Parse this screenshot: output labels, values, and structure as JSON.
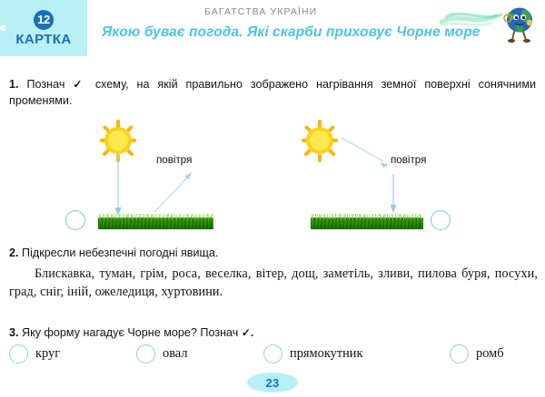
{
  "header": {
    "card_number": "12",
    "card_word": "КАРТКА",
    "kicker": "БАГАТСТВА УКРАЇНИ",
    "title": "Якою буває погода. Які скарби приховує Чорне море",
    "globe_icon": "globe-mascot-icon",
    "swoosh_icon": "green-swoosh-icon",
    "colors": {
      "badge_bg": "#b8f0f5",
      "badge_text": "#1b6fb5",
      "title": "#4cc3e8",
      "kicker": "#7d8b96"
    }
  },
  "task1": {
    "number": "1.",
    "text_before": "Познач",
    "tick": "✓",
    "text_after": "схему, на якій правильно зображено нагрівання земної поверхні сонячними променями.",
    "diagrams": [
      {
        "id": "left",
        "sun_icon": "sun-icon",
        "air_label": "повітря",
        "option_circle": "answer-circle-left"
      },
      {
        "id": "right",
        "sun_icon": "sun-icon",
        "air_label": "повітря",
        "option_circle": "answer-circle-right"
      }
    ]
  },
  "task2": {
    "number": "2.",
    "text": "Підкресли небезпечні погодні явища.",
    "words": "Блискавка, туман, грім, роса, веселка, вітер, дощ, заметіль, зливи, пилова буря, посухи, град, сніг, іній, ожеледиця, хуртовини."
  },
  "task3": {
    "number": "3.",
    "text": "Яку форму нагадує Чорне море? Познач",
    "tick": "✓.",
    "options": [
      {
        "label": "круг"
      },
      {
        "label": "овал"
      },
      {
        "label": "прямокутник"
      },
      {
        "label": "ромб"
      }
    ]
  },
  "footer": {
    "page_number": "23"
  }
}
